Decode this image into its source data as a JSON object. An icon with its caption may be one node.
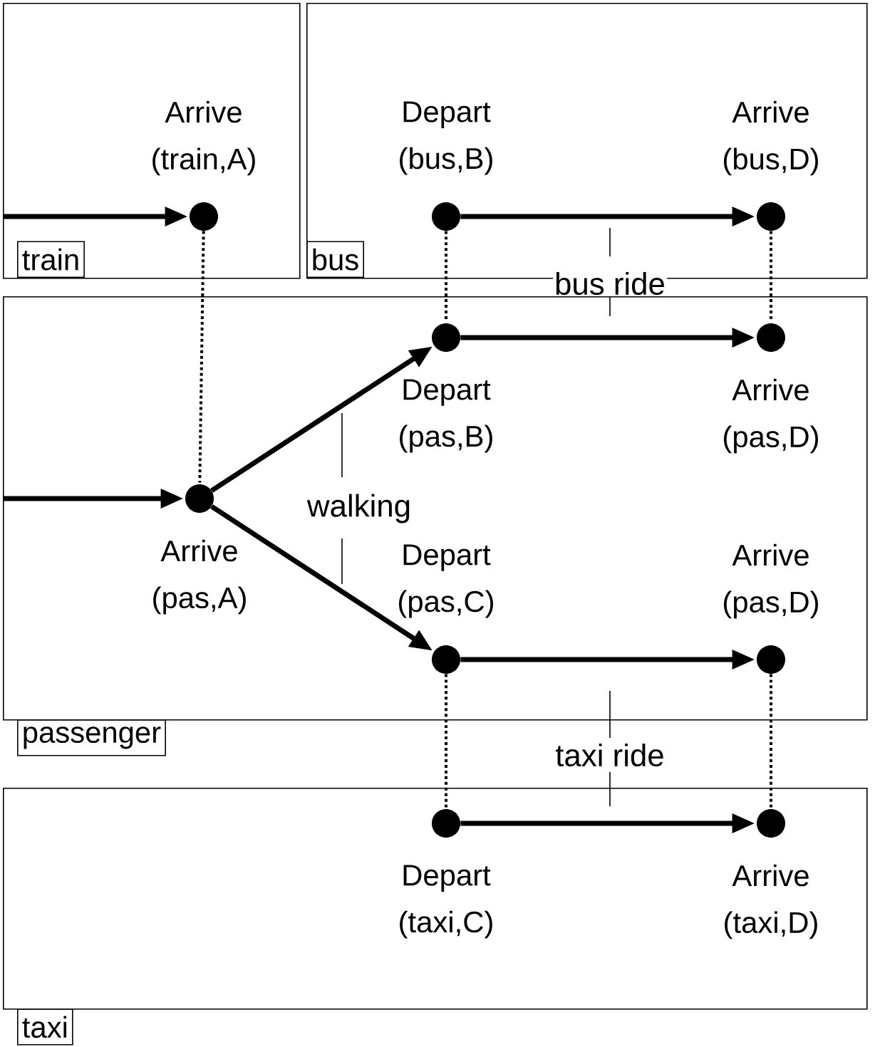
{
  "diagram": {
    "nodes": [
      {
        "text": [
          "train"
        ]
      },
      {
        "text": [
          "Arrive (train,A)"
        ],
        "in": 0
      },
      {
        "text": [
          "bus"
        ]
      },
      {
        "text": [
          "Depart (bus,B)"
        ],
        "in": 2
      },
      {
        "text": [
          "Arrive (bus,D)"
        ],
        "in": 2
      },
      {
        "text": [
          "passenger"
        ]
      },
      {
        "text": [
          "Depart (pas,B)"
        ],
        "in": 5
      },
      {
        "text": [
          "Arrive (pas,D)"
        ],
        "in": 5
      },
      {
        "text": [
          "Arrive (pas,A)"
        ],
        "in": 5
      },
      {
        "text": [
          "Depart (pas,C)"
        ],
        "in": 5
      },
      {
        "text": [
          "Arrive (pas,D)"
        ],
        "in": 5
      },
      {
        "text": [
          "taxi"
        ]
      },
      {
        "text": [
          "Depart (taxi,C)"
        ],
        "in": 11
      },
      {
        "text": [
          "Arrive (taxi,D)"
        ],
        "in": 11
      }
    ],
    "edges": [
      {
        "from": null,
        "to": 1,
        "arrow": "to"
      },
      {
        "from": 3,
        "to": 4,
        "arrow": "to"
      },
      {
        "from": null,
        "to": 8,
        "arrow": "to"
      },
      {
        "from": 8,
        "to": 6,
        "arrow": "to"
      },
      {
        "from": 8,
        "to": 9,
        "arrow": "to"
      },
      {
        "from": 6,
        "to": 7,
        "arrow": "to"
      },
      {
        "from": 9,
        "to": 10,
        "arrow": "to"
      },
      {
        "from": 12,
        "to": 13,
        "arrow": "to"
      },
      {
        "from": 1,
        "to": 8,
        "arrow": "none",
        "style": "dashed"
      },
      {
        "from": 3,
        "to": 6,
        "arrow": "none",
        "style": "dashed"
      },
      {
        "from": 4,
        "to": 7,
        "arrow": "none",
        "style": "dashed"
      },
      {
        "from": 9,
        "to": 12,
        "arrow": "none",
        "style": "dashed"
      },
      {
        "from": 10,
        "to": 13,
        "arrow": "none",
        "style": "dashed"
      }
    ],
    "labels": [
      "bus ride",
      "walking",
      "taxi ride"
    ]
  }
}
